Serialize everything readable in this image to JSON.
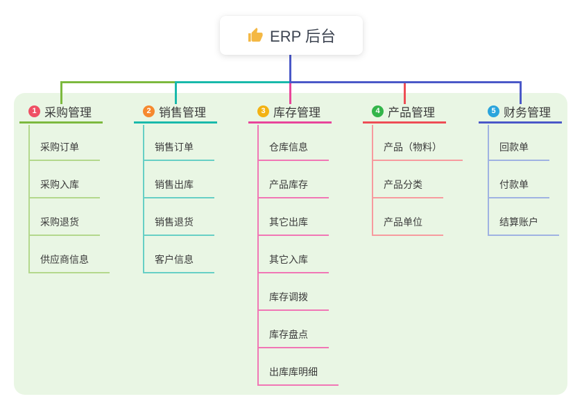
{
  "root": {
    "title": "ERP 后台",
    "icon": "thumbs-up-icon"
  },
  "colors": {
    "panel_background": "#e9f6e4",
    "root_line_blue": "#4a58c8",
    "bus_segments": [
      "#7cb93e",
      "#19b9ab",
      "#4a58c8"
    ]
  },
  "branches": [
    {
      "badge": "1",
      "label": "采购管理",
      "badge_color": "#ef5064",
      "line_color": "#7cb93e",
      "child_line_color": "#b3d88c",
      "children": [
        "采购订单",
        "采购入库",
        "采购退货",
        "供应商信息"
      ]
    },
    {
      "badge": "2",
      "label": "销售管理",
      "badge_color": "#f6892f",
      "line_color": "#19b9ab",
      "child_line_color": "#66cfc5",
      "children": [
        "销售订单",
        "销售出库",
        "销售退货",
        "客户信息"
      ]
    },
    {
      "badge": "3",
      "label": "库存管理",
      "badge_color": "#f3b213",
      "line_color": "#e8459a",
      "child_line_color": "#f176b5",
      "children": [
        "仓库信息",
        "产品库存",
        "其它出库",
        "其它入库",
        "库存调拨",
        "库存盘点",
        "出库库明细"
      ]
    },
    {
      "badge": "4",
      "label": "产品管理",
      "badge_color": "#33b54a",
      "line_color": "#ee4d55",
      "child_line_color": "#f79a9e",
      "children": [
        "产品（物料）",
        "产品分类",
        "产品单位"
      ]
    },
    {
      "badge": "5",
      "label": "财务管理",
      "badge_color": "#2aa4dc",
      "line_color": "#4a58c8",
      "child_line_color": "#9fb2e2",
      "children": [
        "回款单",
        "付款单",
        "结算账户"
      ]
    }
  ]
}
